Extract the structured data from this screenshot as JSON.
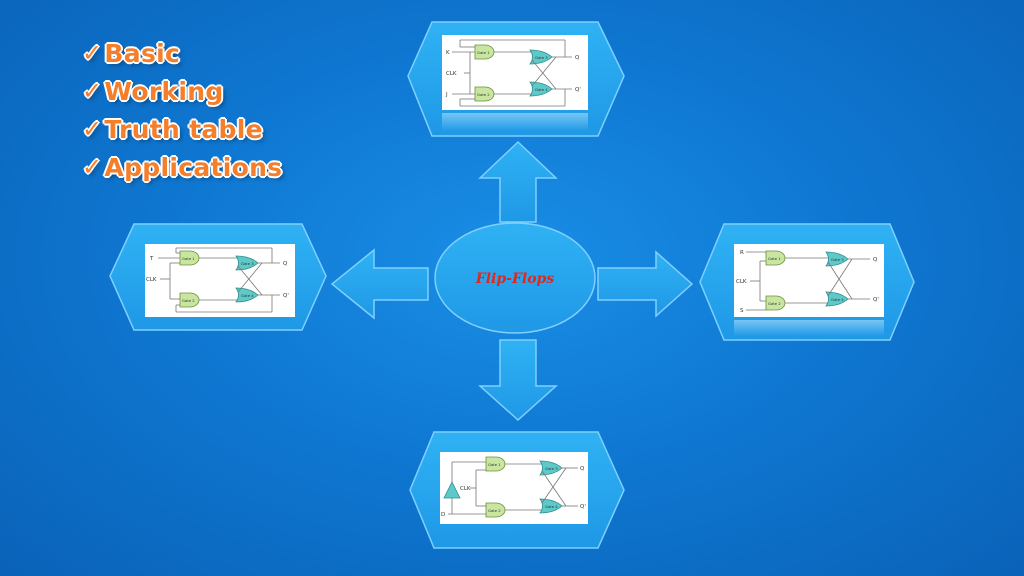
{
  "checklist": [
    {
      "check": "✓",
      "label": "Basic"
    },
    {
      "check": "✓",
      "label": "Working"
    },
    {
      "check": "✓",
      "label": "Truth table"
    },
    {
      "check": "✓",
      "label": "Applications"
    }
  ],
  "center_label": "Flip-Flops",
  "colors": {
    "background": "#0f78d2",
    "shape_fill": "#2aaaf0",
    "shape_stroke": "#7fd0ff",
    "checklist_text": "#f47e2a",
    "center_text": "#e2261b",
    "gate_and": "#c8e6a0",
    "gate_or": "#5ec9c9"
  },
  "circuits": {
    "top": {
      "inputs": [
        "K",
        "CLK",
        "J"
      ],
      "gates": [
        "Gate 1",
        "Gate 2",
        "Gate 3",
        "Gate 4"
      ],
      "outputs": [
        "Q",
        "Q'"
      ]
    },
    "left": {
      "inputs": [
        "T",
        "CLK"
      ],
      "gates": [
        "Gate 1",
        "Gate 2",
        "Gate 3",
        "Gate 4"
      ],
      "outputs": [
        "Q",
        "Q'"
      ]
    },
    "right": {
      "inputs": [
        "R",
        "CLK",
        "S"
      ],
      "gates": [
        "Gate 1",
        "Gate 2",
        "Gate 3",
        "Gate 4"
      ],
      "outputs": [
        "Q",
        "Q'"
      ]
    },
    "bottom": {
      "inputs": [
        "CLK",
        "D"
      ],
      "gates": [
        "Gate 1",
        "Gate 2",
        "Gate 3",
        "Gate 4"
      ],
      "outputs": [
        "Q",
        "Q'"
      ]
    }
  }
}
